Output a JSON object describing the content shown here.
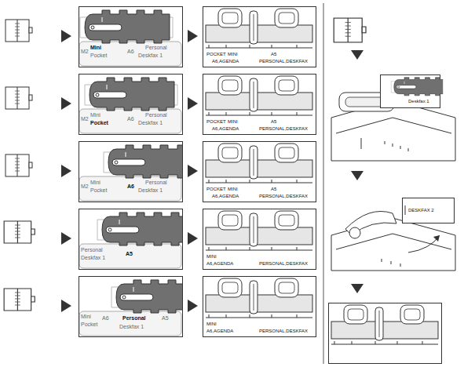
{
  "diagram": {
    "labels": [
      "M2",
      "Mini",
      "Pocket",
      "A6",
      "Personal",
      "Deskfax 1",
      "POCKET",
      "MINI",
      "A5",
      "A6,AGENDA",
      "PERSONAL,DESKFAX",
      "M2",
      "Mini",
      "Pocket",
      "A6",
      "Personal",
      "Deskfax 1",
      "POCKET",
      "MINI",
      "A5",
      "A6,AGENDA",
      "PERSONAL,DESKFAX",
      "M2",
      "Mini",
      "Pocket",
      "A6",
      "Personal",
      "Deskfax 1",
      "POCKET",
      "MINI",
      "A5",
      "A6,AGENDA",
      "PERSONAL,DESKFAX",
      "Personal",
      "Deskfax 1",
      "A5",
      "MINI",
      "A6,AGENDA",
      "PERSONAL,DESKFAX",
      "Mini",
      "Pocket",
      "A6",
      "Personal",
      "Deskfax 1",
      "A5",
      "MINI",
      "A6,AGENDA",
      "PERSONAL,DESKFAX",
      "Deskfax 1",
      "DESKFAX 2"
    ]
  }
}
